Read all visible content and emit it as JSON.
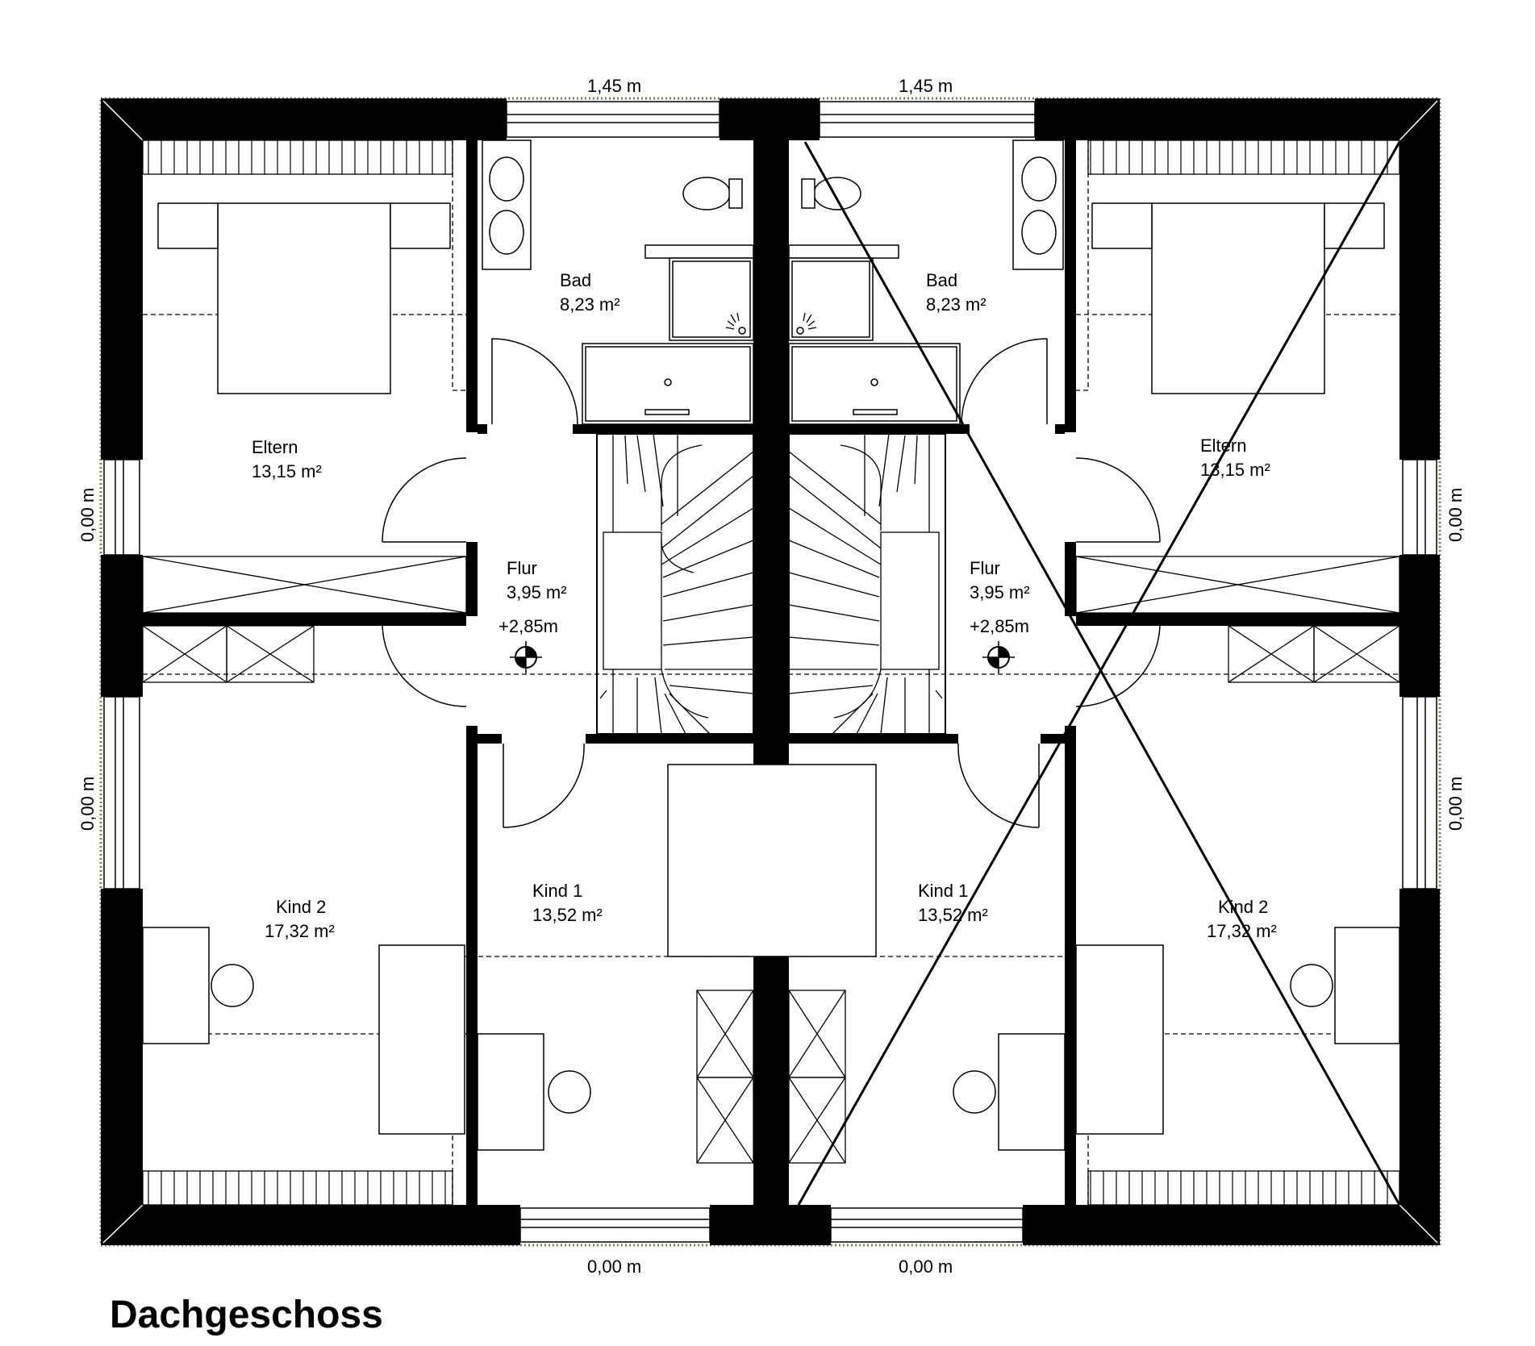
{
  "title": "Dachgeschoss",
  "dimensions": {
    "top_left": "1,45 m",
    "top_right": "1,45 m",
    "bottom_left": "0,00 m",
    "bottom_right": "0,00 m",
    "left_upper": "0,00 m",
    "left_lower": "0,00 m",
    "right_upper": "0,00 m",
    "right_lower": "0,00 m"
  },
  "rooms": {
    "bad_l": {
      "name": "Bad",
      "area": "8,23 m²"
    },
    "bad_r": {
      "name": "Bad",
      "area": "8,23 m²"
    },
    "eltern_l": {
      "name": "Eltern",
      "area": "13,15 m²"
    },
    "eltern_r": {
      "name": "Eltern",
      "area": "13,15 m²"
    },
    "flur_l": {
      "name": "Flur",
      "area": "3,95 m²",
      "level": "+2,85m"
    },
    "flur_r": {
      "name": "Flur",
      "area": "3,95 m²",
      "level": "+2,85m"
    },
    "kind1_l": {
      "name": "Kind 1",
      "area": "13,52 m²"
    },
    "kind1_r": {
      "name": "Kind 1",
      "area": "13,52 m²"
    },
    "kind2_l": {
      "name": "Kind 2",
      "area": "17,32 m²"
    },
    "kind2_r": {
      "name": "Kind 2",
      "area": "17,32 m²"
    }
  },
  "colors": {
    "wall": "#000000",
    "roof_edge": "#6a8a55",
    "background": "#ffffff"
  }
}
